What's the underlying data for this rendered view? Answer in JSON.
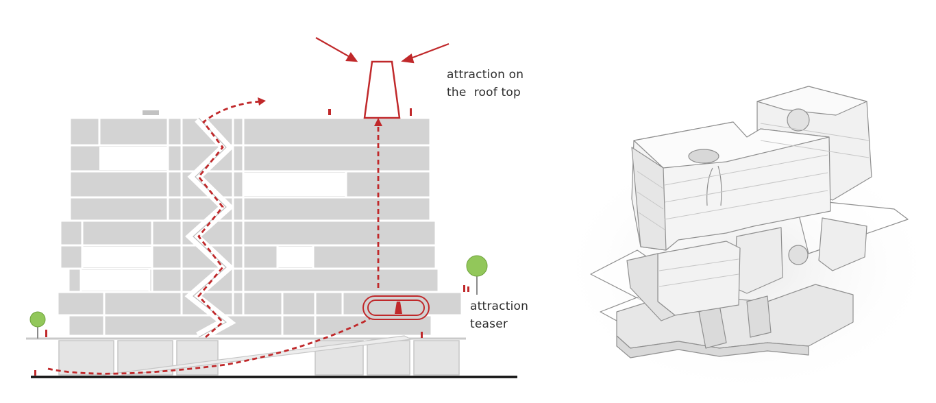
{
  "annotations": {
    "roof": {
      "line1": "attraction on",
      "line2": "the  roof top"
    },
    "teaser": {
      "line1": "attraction",
      "line2": "teaser"
    }
  },
  "colors": {
    "accent_red": "#c0282a",
    "facade_gray": "#d3d3d3",
    "panel_line": "#ffffff",
    "tree_green": "#92c75a",
    "ground": "#111111"
  }
}
